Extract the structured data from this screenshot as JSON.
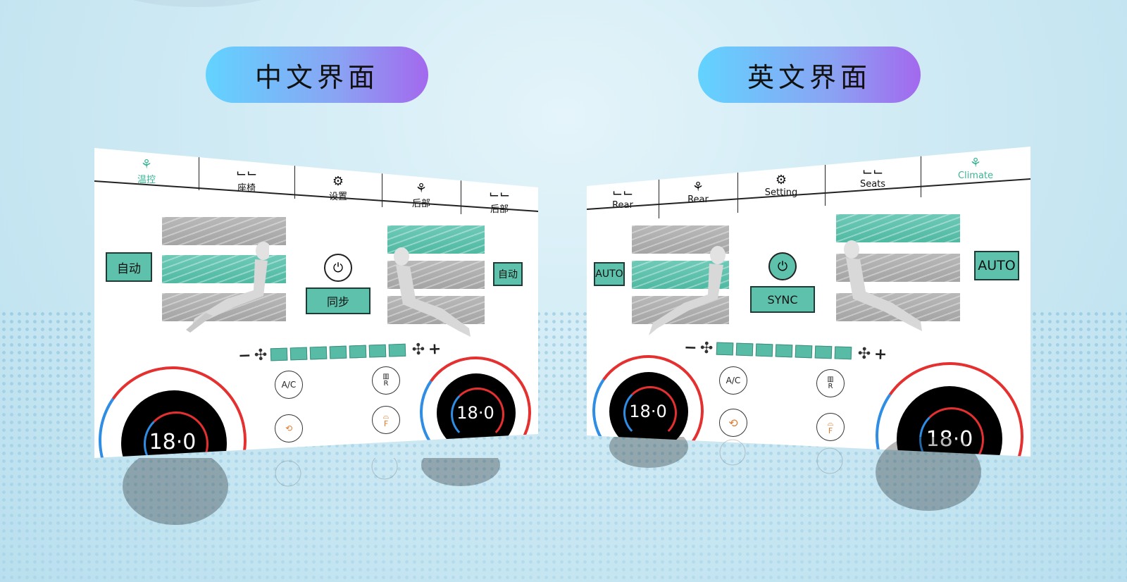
{
  "headers": {
    "left": "中文界面",
    "right": "英文界面"
  },
  "colors": {
    "accent": "#5ec1ab",
    "hot": "#e53030",
    "cold": "#2f8de4",
    "pill_start": "#62d3ff",
    "pill_end": "#a368ee"
  },
  "left_screen": {
    "tabs": [
      {
        "label": "温控",
        "icon": "fan-person-icon",
        "active": true
      },
      {
        "label": "座椅",
        "icon": "seats-icon",
        "active": false
      },
      {
        "label": "设置",
        "icon": "settings-icon",
        "active": false
      },
      {
        "label": "后部",
        "icon": "rear-person-icon",
        "active": false
      },
      {
        "label": "后部",
        "icon": "rear-seats-icon",
        "active": false
      }
    ],
    "auto_left": "自动",
    "auto_right": "自动",
    "sync": "同步",
    "ac": "A/C",
    "rear_defrost_sub": "R",
    "front_defrost_sub": "F",
    "fan_minus": "−",
    "fan_plus": "+",
    "temp_left": "18·0",
    "temp_right": "18·0"
  },
  "right_screen": {
    "tabs": [
      {
        "label": "Rear",
        "icon": "rear-seats-icon",
        "active": false
      },
      {
        "label": "Rear",
        "icon": "rear-person-icon",
        "active": false
      },
      {
        "label": "Setting",
        "icon": "settings-icon",
        "active": false
      },
      {
        "label": "Seats",
        "icon": "seats-icon",
        "active": false
      },
      {
        "label": "Climate",
        "icon": "fan-person-icon",
        "active": true
      }
    ],
    "auto_left": "AUTO",
    "auto_right": "AUTO",
    "sync": "SYNC",
    "ac": "A/C",
    "rear_defrost_sub": "R",
    "front_defrost_sub": "F",
    "fan_minus": "−",
    "fan_plus": "+",
    "temp_left": "18·0",
    "temp_right": "18·0"
  }
}
